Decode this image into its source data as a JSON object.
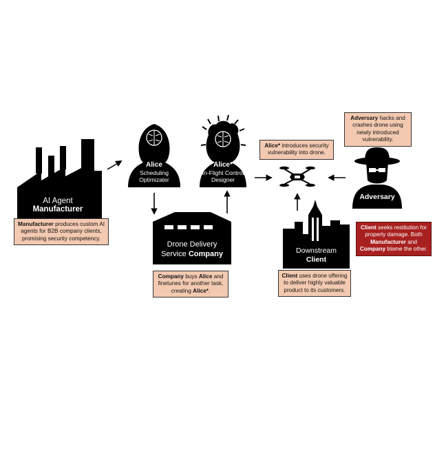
{
  "colors": {
    "note_fill": "#f3c9b1",
    "alert_fill": "#a8201f",
    "silhouette": "#000000"
  },
  "icons": {
    "manufacturer": "factory-icon",
    "alice": "robot-woman-icon",
    "alice_star": "robot-woman-wild-hair-icon",
    "company": "warehouse-icon",
    "drone": "drone-icon",
    "adversary": "hacker-spy-icon",
    "client": "city-skyline-icon"
  },
  "nodes": {
    "manufacturer": {
      "prefix": "AI Agent ",
      "bold": "Manufacturer"
    },
    "alice": {
      "name": "Alice",
      "line1": "Scheduling",
      "line2": "Optimizater"
    },
    "alice_star": {
      "name": "Alice*",
      "line1": "In-Flight Control",
      "line2": "Designer"
    },
    "company": {
      "line1": "Drone Delivery",
      "line2_prefix": "Service ",
      "line2_bold": "Company"
    },
    "client": {
      "line1": "Downstream",
      "line2": "Client"
    },
    "adversary": {
      "name": "Adversary"
    }
  },
  "notes": {
    "manufacturer": {
      "b1": "Manufacturer",
      "t1": " produces custom AI agents for B2B company clients, promising security competency."
    },
    "company": {
      "b1": "Company",
      "t1": " buys ",
      "b2": "Alice",
      "t2": " and finetunes for another task, creating ",
      "b3": "Alice*",
      "t3": "."
    },
    "alice_star": {
      "b1": "Alice*",
      "t1": " introduces security vulnerability into drone."
    },
    "adversary": {
      "b1": "Adversary",
      "t1": " hacks and crashes drone using newly introduced vulnerability."
    },
    "client": {
      "b1": "Client",
      "t1": " uses drone offering to deliver highly valuable product to its customers."
    },
    "restitution": {
      "b1": "Client",
      "t1": " seeks restitution for property damage. Both ",
      "b2": "Manufacturer",
      "t2": " and ",
      "b3": "Company",
      "t3": " blame the other."
    }
  }
}
